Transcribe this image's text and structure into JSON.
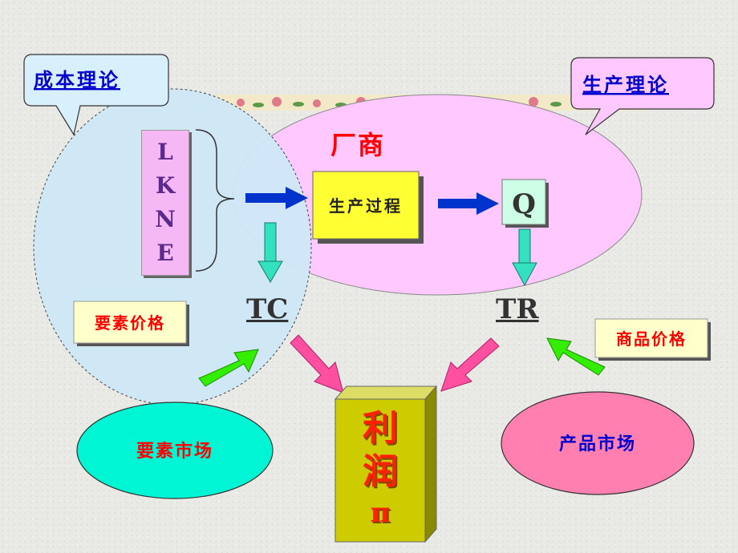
{
  "labels": {
    "cost_theory": "成本理论",
    "production_theory": "生产理论",
    "firm": "厂商",
    "production_process": "生产过程",
    "output": "Q",
    "factor_price": "要素价格",
    "product_price": "商品价格",
    "total_cost": "TC",
    "total_revenue": "TR",
    "factor_market": "要素市场",
    "product_market": "产品市场",
    "profit_line1": "利",
    "profit_line2": "润",
    "profit_symbol": "π"
  },
  "inputs": [
    "L",
    "K",
    "N",
    "E"
  ],
  "colors": {
    "cost_region": "#cfe8f7",
    "production_region": "#ffc8ff",
    "process_box": "#ffff33",
    "q_box": "#ccffe6",
    "factor_market": "#00f5d4",
    "product_market": "#ff7fb0",
    "profit_block": "#cccc00",
    "firm_text": "#ff0000",
    "callout_text": "#0000cc",
    "blue_arrow": "#0033cc",
    "teal_arrow": "#33e0c0",
    "pink_arrow": "#ff4fa0",
    "green_arrow": "#33ee00"
  }
}
